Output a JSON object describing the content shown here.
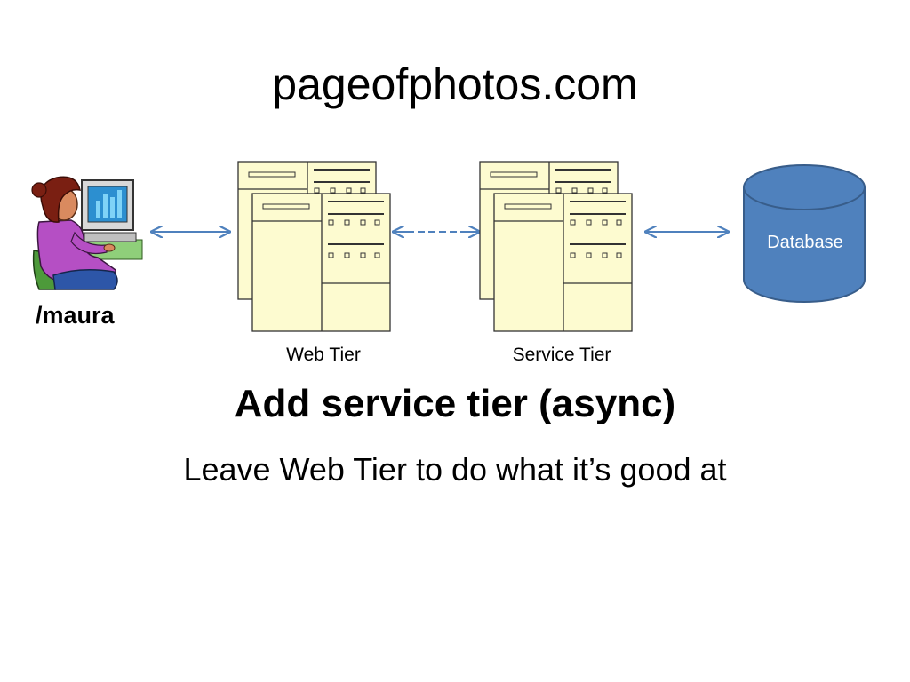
{
  "slide": {
    "title": "pageofphotos.com",
    "headline": "Add service tier (async)",
    "subline": "Leave Web Tier to do what it’s good at"
  },
  "diagram": {
    "user": {
      "label": "/maura",
      "icon": "person-at-computer-icon"
    },
    "web_tier": {
      "label": "Web Tier",
      "icon": "server-stack-icon"
    },
    "service_tier": {
      "label": "Service Tier",
      "icon": "server-stack-icon"
    },
    "database": {
      "label": "Database",
      "icon": "database-cylinder-icon",
      "color": "#4f81bd"
    },
    "connector_color": "#4f81bd",
    "server_fill": "#fdfbd0"
  }
}
